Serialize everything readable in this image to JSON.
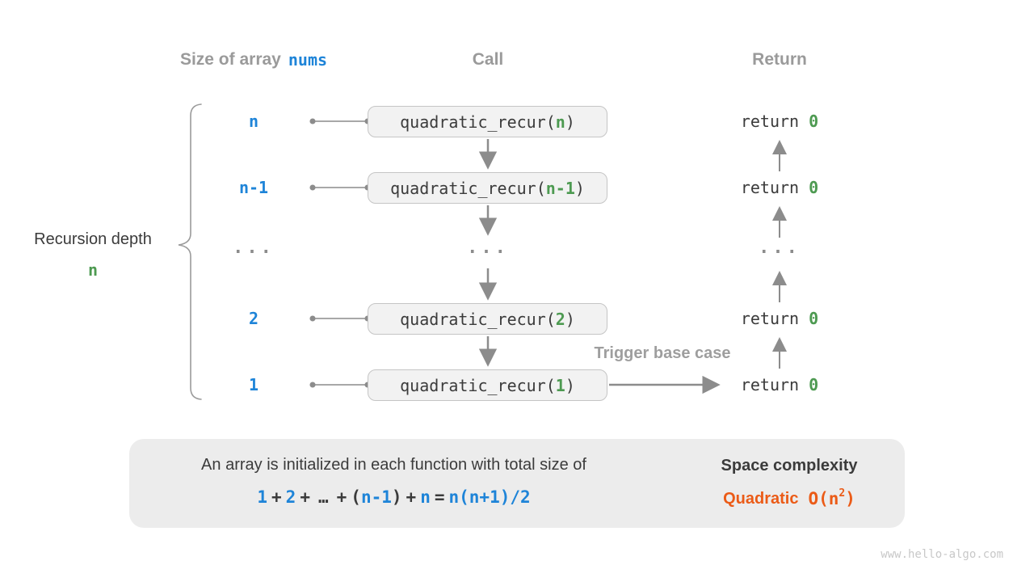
{
  "colors": {
    "blue": "#1e84d8",
    "green": "#4d9a51",
    "orange": "#eb5b17",
    "header_gray": "#9a9a9a",
    "dark_text": "#3b3b3b",
    "arrow_gray": "#8c8c8c",
    "box_bg": "#f2f2f2",
    "box_border": "#c5c5c5",
    "panel_bg": "#ececec",
    "watermark_gray": "#c8c8c8"
  },
  "headers": {
    "size_label": "Size of array",
    "size_code": "nums",
    "call": "Call",
    "return": "Return"
  },
  "recursion": {
    "label": "Recursion depth",
    "depth": "n"
  },
  "rows": [
    {
      "size": "n",
      "call": "quadratic_recur(",
      "arg": "n",
      "close": ")",
      "ret": "return ",
      "ret_val": "0"
    },
    {
      "size": "n-1",
      "call": "quadratic_recur(",
      "arg": "n-1",
      "close": ")",
      "ret": "return ",
      "ret_val": "0"
    },
    {
      "dots": "..."
    },
    {
      "size": "2",
      "call": "quadratic_recur(",
      "arg": "2",
      "close": ")",
      "ret": "return ",
      "ret_val": "0"
    },
    {
      "size": "1",
      "call": "quadratic_recur(",
      "arg": "1",
      "close": ")",
      "ret": "return ",
      "ret_val": "0"
    }
  ],
  "trigger_label": "Trigger base case",
  "panel": {
    "line1": "An array is initialized in each function with total size of",
    "formula": {
      "t1": "1",
      "op1": "+",
      "t2": "2",
      "op2": "+",
      "ellipsis": "…",
      "op3": "+",
      "lparen": "(",
      "t3": "n-1",
      "rparen": ")",
      "op4": "+",
      "t4": "n",
      "equals": "=",
      "result": "n(n+1)/2"
    },
    "space_title": "Space complexity",
    "complexity": {
      "word": "Quadratic",
      "o_pre": "O(n",
      "exponent": "2",
      "o_post": ")"
    }
  },
  "watermark": "www.hello-algo.com"
}
